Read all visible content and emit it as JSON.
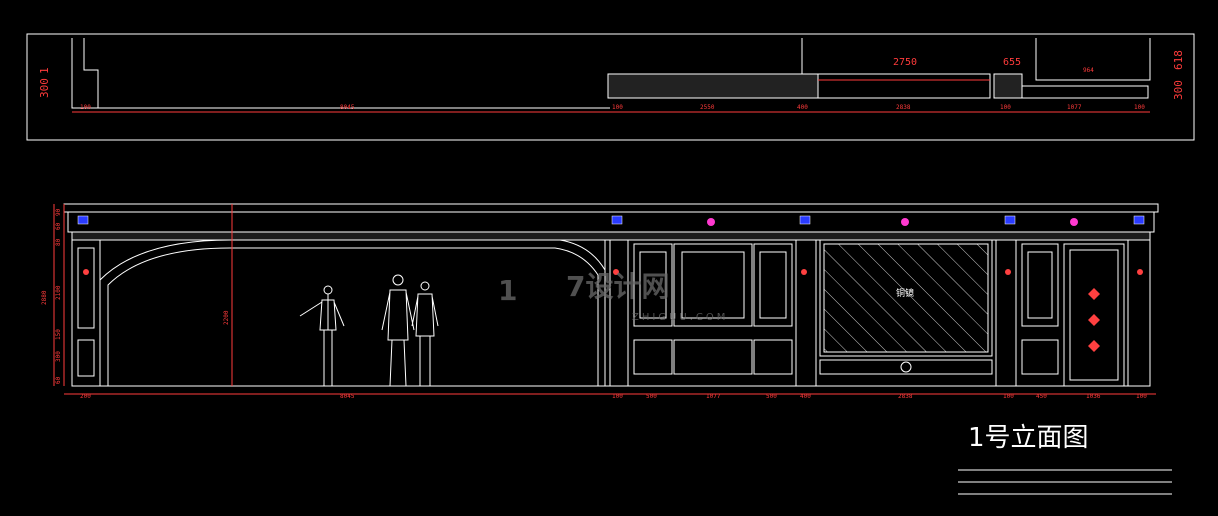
{
  "drawing": {
    "title": "1号立面图",
    "panel_label": "铜镜",
    "watermark_cn": "7设计网",
    "watermark_url": "ZHIGUU.COM",
    "colors": {
      "background": "#000000",
      "line": "#ffffff",
      "dimension": "#ff3b3b",
      "accent_blue": "#2a3bff",
      "accent_magenta": "#ff39d0",
      "ornament_red": "#ff4040"
    }
  },
  "plan": {
    "left_heights": [
      "300",
      "1"
    ],
    "right_heights": [
      "300",
      "618"
    ],
    "top_dims": [
      "2750",
      "655"
    ],
    "small_label": "964",
    "bottom_dims": [
      "100",
      "8045",
      "100",
      "2550",
      "400",
      "2838",
      "100",
      "1077",
      "100"
    ]
  },
  "elevation": {
    "left_dims": [
      "90",
      "60",
      "80",
      "2100",
      "150",
      "300",
      "60"
    ],
    "total_height": "2880",
    "opening_height": "2200",
    "bottom_dims": [
      "200",
      "8045",
      "100",
      "500",
      "1077",
      "500",
      "400",
      "2838",
      "100",
      "450",
      "1036",
      "100"
    ]
  },
  "title_block": {
    "lines": 3
  }
}
